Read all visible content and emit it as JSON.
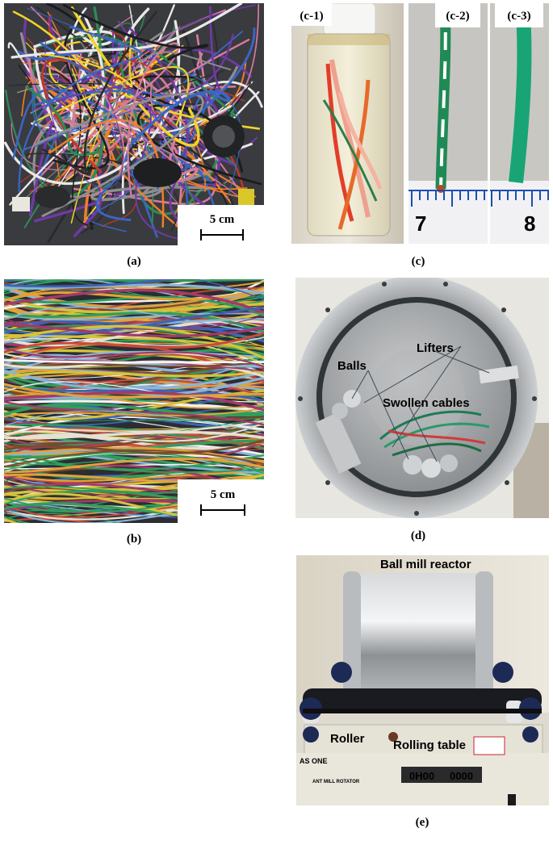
{
  "panel_a": {
    "caption": "(a)",
    "scale_label": "5 cm"
  },
  "panel_b": {
    "caption": "(b)",
    "scale_label": "5 cm"
  },
  "panel_c": {
    "caption": "(c)",
    "sub_c1": "(c-1)",
    "sub_c2": "(c-2)",
    "sub_c3": "(c-3)",
    "ruler_left": "7",
    "ruler_right": "8"
  },
  "panel_d": {
    "caption": "(d)",
    "label_lifters": "Lifters",
    "label_balls": "Balls",
    "label_swollen": "Swollen cables"
  },
  "panel_e": {
    "caption": "(e)",
    "label_reactor": "Ball mill reactor",
    "label_roller": "Roller",
    "label_table": "Rolling table",
    "brand_text": "AS ONE",
    "display_left": "0H00",
    "display_right": "0000",
    "panel_text": "ANT MILL ROTATOR"
  }
}
